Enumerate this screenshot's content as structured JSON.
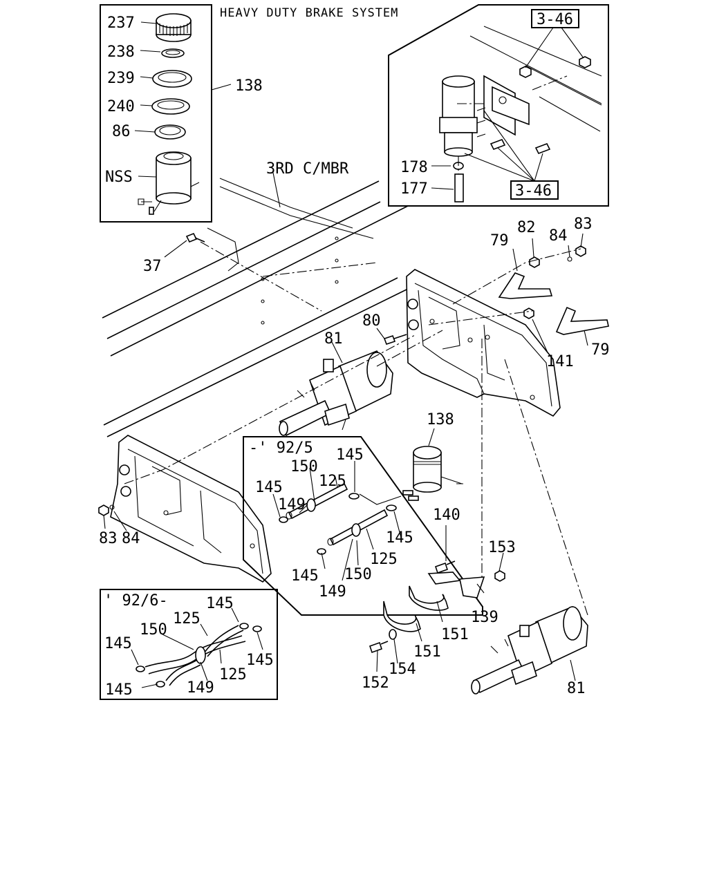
{
  "title": "HEAVY DUTY BRAKE SYSTEM",
  "frame_note": "3RD C/MBR",
  "box_inset_reservoir": {
    "labels": {
      "p237": "237",
      "p238": "238",
      "p239": "239",
      "p240": "240",
      "p86": "86",
      "pnss": "NSS",
      "p138": "138"
    }
  },
  "box_inset_mount": {
    "ref_top": "3-46",
    "ref_bottom": "3-46",
    "labels": {
      "p178": "178",
      "p177": "177"
    }
  },
  "box_early": {
    "period": "-' 92/5",
    "labels": {
      "p138": "138",
      "p145a": "145",
      "p150a": "150",
      "p125a": "125",
      "p145b": "145",
      "p149a": "149",
      "p145c": "145",
      "p140": "140",
      "p125b": "125",
      "p145d": "145",
      "p150b": "150",
      "p149b": "149"
    }
  },
  "box_late": {
    "period": "' 92/6-",
    "labels": {
      "p145a": "145",
      "p125a": "125",
      "p150": "150",
      "p145b": "145",
      "p145c": "145",
      "p125b": "125",
      "p145d": "145",
      "p149": "149"
    }
  },
  "main_labels": {
    "p37": "37",
    "p82": "82",
    "p84a": "84",
    "p83a": "83",
    "p79a": "79",
    "p80": "80",
    "p81a": "81",
    "p141": "141",
    "p79b": "79",
    "p83b": "83",
    "p84b": "84",
    "p153": "153",
    "p139": "139",
    "p151a": "151",
    "p151b": "151",
    "p152": "152",
    "p154": "154",
    "p81b": "81"
  }
}
